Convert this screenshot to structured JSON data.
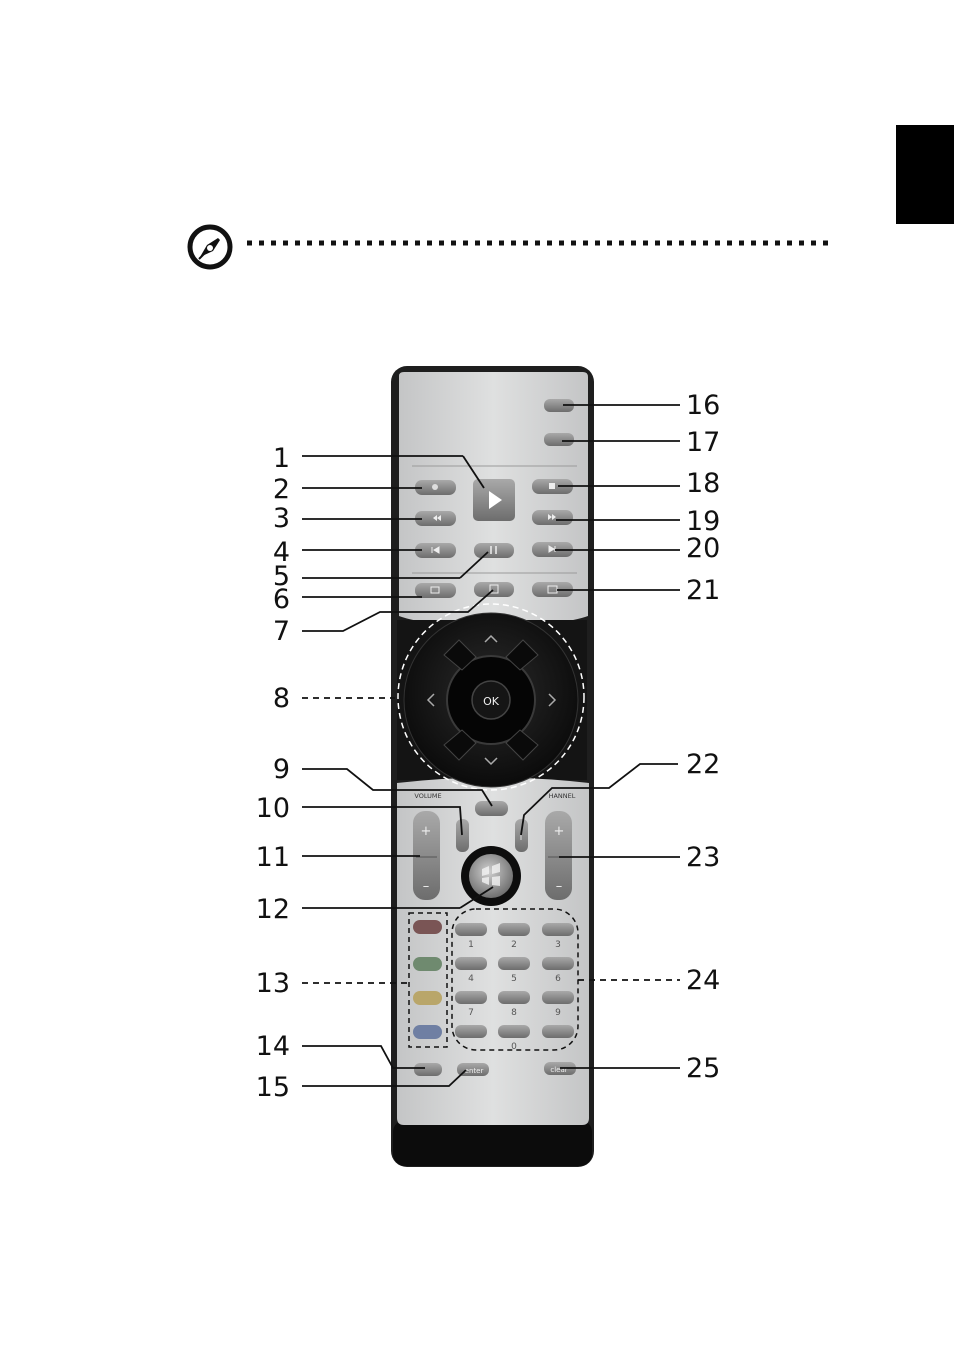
{
  "callouts": {
    "left": [
      "1",
      "2",
      "3",
      "4",
      "5",
      "6",
      "7",
      "8",
      "9",
      "10",
      "11",
      "12",
      "13",
      "14",
      "15"
    ],
    "right": [
      "16",
      "17",
      "18",
      "19",
      "20",
      "21",
      "22",
      "23",
      "24",
      "25"
    ]
  },
  "remote": {
    "ok_label": "OK",
    "volume_label": "VOLUME",
    "channel_label": "HANNEL",
    "plus": "+",
    "minus": "–",
    "keypad": [
      "1",
      "2",
      "3",
      "4",
      "5",
      "6",
      "7",
      "8",
      "9",
      "0"
    ],
    "enter_label": "enter",
    "clear_label": "clear",
    "info_label": "i"
  },
  "colors": {
    "remote_body": "#1c1c1c",
    "panel": "#cfd0d0",
    "button": "#8a8a8a",
    "accent_tab": "#000000"
  }
}
